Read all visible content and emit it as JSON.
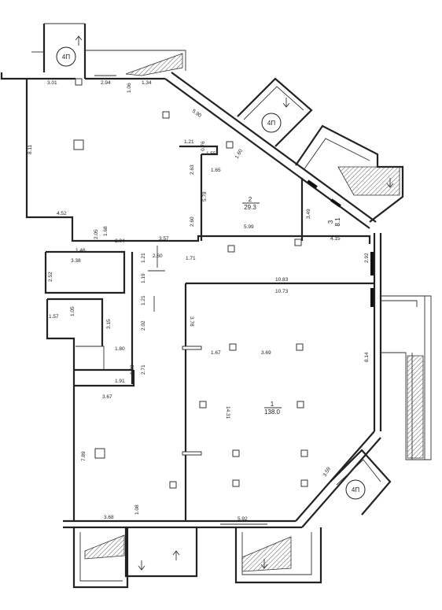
{
  "rooms": [
    {
      "number": "1",
      "area": "138.0"
    },
    {
      "number": "2",
      "area": "29.3"
    },
    {
      "number": "3",
      "area": "8.1"
    }
  ],
  "stair_label": "4П",
  "dimensions": {
    "d301": "3.01",
    "d294": "2.94",
    "d134": "1.34",
    "d106": "1.06",
    "d590": "5.90",
    "d811": "8.11",
    "d121a": "1.21",
    "d076": "0.76",
    "d155": "1.55",
    "d160": "1.60",
    "d165": "1.65",
    "d263": "2.63",
    "d578": "5.78",
    "d349": "3.49",
    "d260a": "2.60",
    "d599": "5.99",
    "d452": "4.52",
    "d415": "4.15",
    "d168": "1.68",
    "d205": "2.05",
    "d204": "2.04",
    "d357": "3.57",
    "d146": "1.46",
    "d338": "3.38",
    "d121b": "1.21",
    "d260b": "2.60",
    "d171": "1.71",
    "d292": "2.92",
    "d252": "2.52",
    "d119": "1.19",
    "d121c": "1.21",
    "d1083": "10.83",
    "d1073": "10.73",
    "d378": "3.78",
    "d105": "1.05",
    "d157": "1.57",
    "d315": "3.15",
    "d202": "2.02",
    "d180": "1.80",
    "d167": "1.67",
    "d369": "3.69",
    "d814": "8.14",
    "d183": "1.83",
    "d271": "2.71",
    "d191": "1.91",
    "d367": "3.67",
    "d1431": "14.31",
    "d789": "7.89",
    "d359": "3.59",
    "d108": "1.08",
    "d368": "3.68",
    "d592": "5.92"
  }
}
